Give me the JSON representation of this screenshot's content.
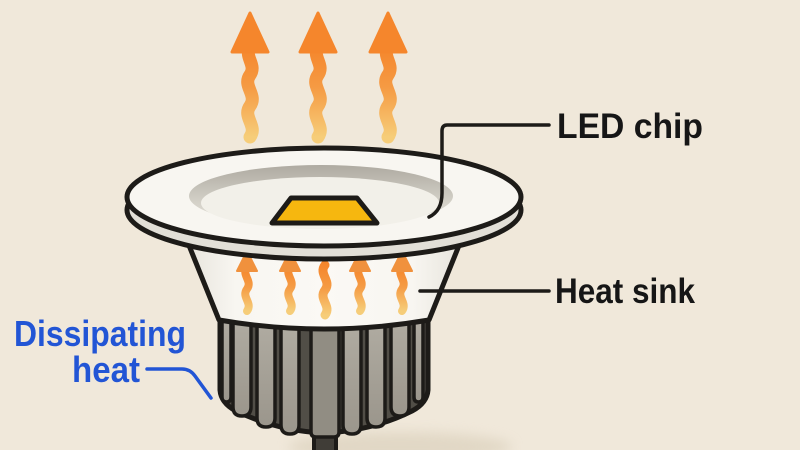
{
  "diagram": {
    "labels": {
      "led_chip": "LED chip",
      "heat_sink": "Heat sink",
      "dissipating_line1": "Dissipating",
      "dissipating_line2": "heat"
    },
    "arrows": {
      "large_heat_arrow_count": 3,
      "small_heat_arrow_count": 5
    },
    "colors": {
      "background": "#f0e8da",
      "outline": "#1d1b18",
      "label_dark": "#161616",
      "label_blue": "#2255d5",
      "heat_orange": "#f5862c",
      "heat_light": "#f6c96f",
      "small_arrow_head": "#f0913d",
      "chip_yellow": "#f6b70f",
      "bulb_white": "#f8f6f1",
      "rim_side": "#e2dfd7",
      "recess_wall_dark": "#aeaaa1",
      "recess_floor": "#f2f0e9",
      "fin_light": "#a8a39a",
      "fin_dark": "#514e47",
      "fin_center_plate": "#918d83",
      "stem_dark": "#403d37",
      "shadow": "#d8cdb8"
    }
  }
}
